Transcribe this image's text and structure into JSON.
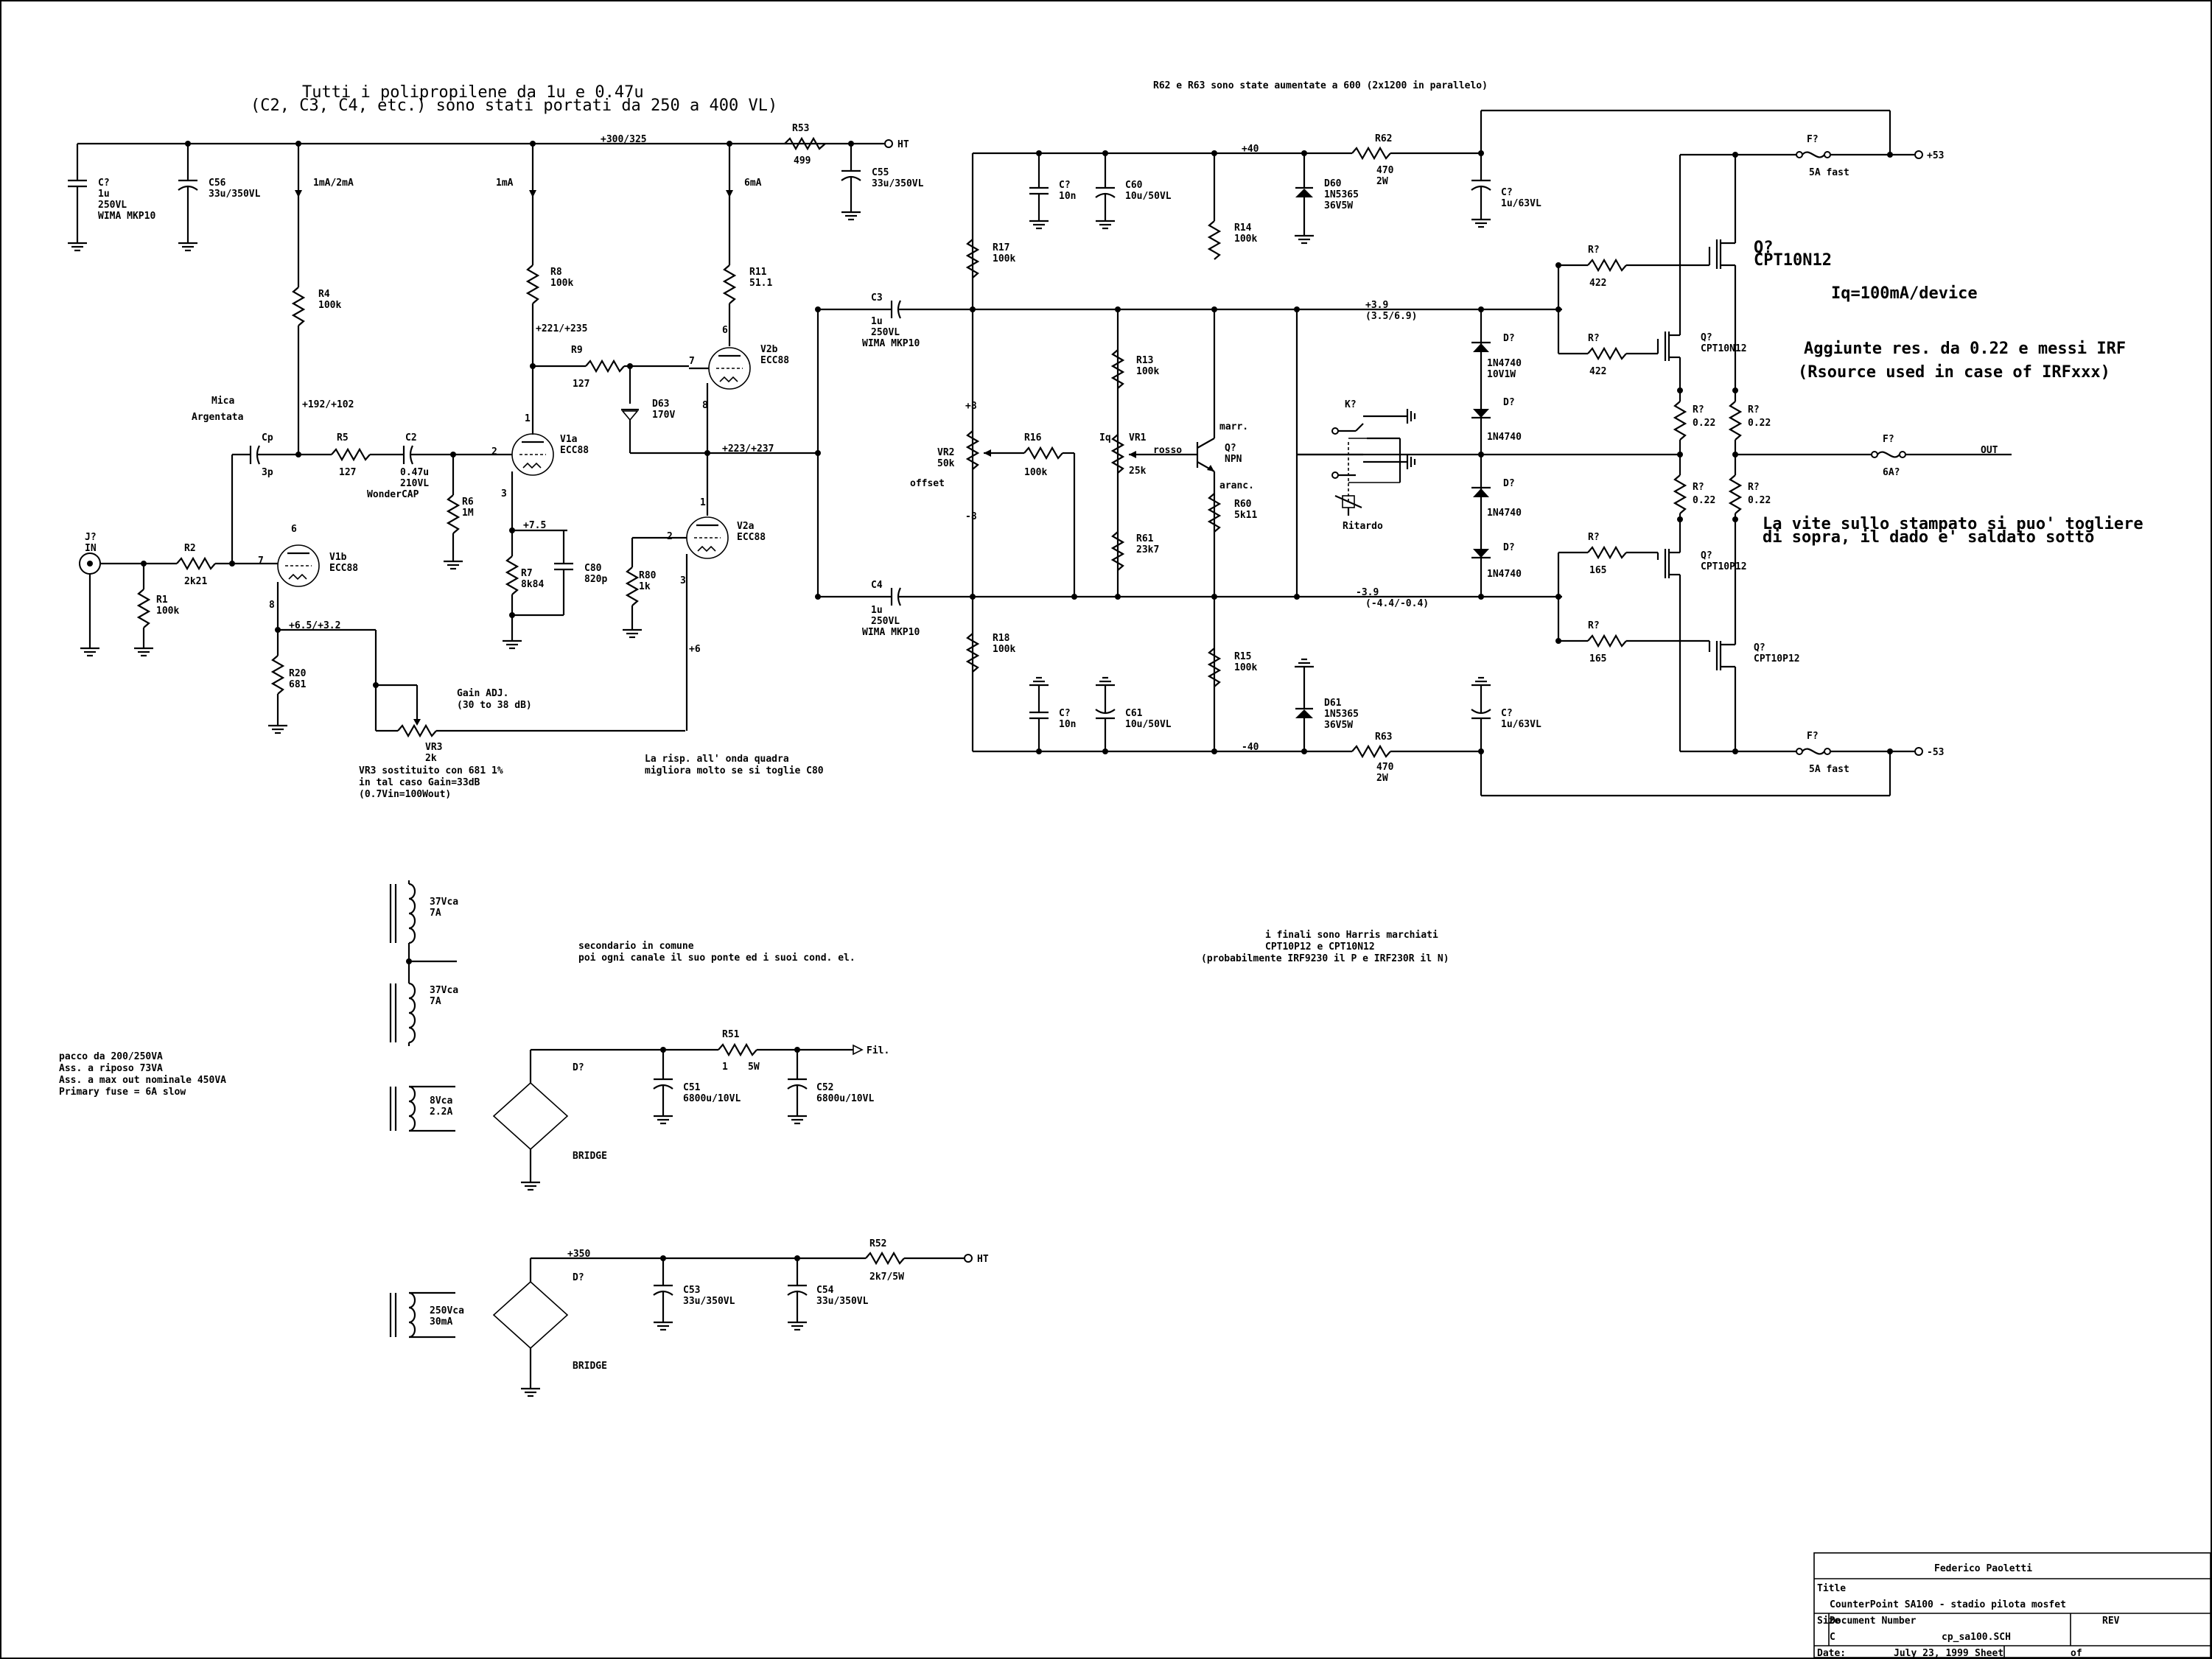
{
  "notes": {
    "polyprop_1": "Tutti i polipropilene da 1u e 0.47u",
    "polyprop_2": "(C2, C3, C4, etc.) sono stati portati da 250 a 400 VL)",
    "r62_r63": "R62 e R63 sono state aumentate a 600 (2x1200 in parallelo)",
    "iq": "Iq=100mA/device",
    "aggiunte_1": "Aggiunte res. da 0.22 e messi IRF",
    "aggiunte_2": "(Rsource used in case of IRFxxx)",
    "vite_1": "La vite sullo stampato si puo' togliere",
    "vite_2": "di sopra, il dado e' saldato sotto",
    "mica_1": "Mica",
    "mica_2": "Argentata",
    "risp_1": "La risp. all' onda quadra",
    "risp_2": "migliora molto se si toglie C80",
    "vr3_1": "VR3 sostituito con 681 1%",
    "vr3_2": "in tal caso Gain=33dB",
    "vr3_3": "(0.7Vin=100Wout)",
    "gain_1": "Gain ADJ.",
    "gain_2": "(30 to 38 dB)",
    "sec_1": "secondario in comune",
    "sec_2": "poi ogni canale il suo ponte ed i suoi cond. el.",
    "finali_1": "i finali sono Harris marchiati",
    "finali_2": "CPT10P12 e CPT10N12",
    "finali_3": "(probabilmente IRF9230 il P e IRF230R il N)",
    "pacco_1": "pacco da 200/250VA",
    "pacco_2": "Ass. a riposo 73VA",
    "pacco_3": "Ass. a max out nominale 450VA",
    "pacco_4": "Primary fuse = 6A slow",
    "ritardo": "Ritardo",
    "offset": "offset",
    "marr": "marr.",
    "aranc": "aranc.",
    "rosso": "rosso",
    "iq_short": "Iq"
  },
  "nets": {
    "hv_top": "+300/325",
    "ht": "HT",
    "ma1": "1mA/2mA",
    "ma2": "1mA",
    "ma3": "6mA",
    "v192": "+192/+102",
    "v221": "+221/+235",
    "v223": "+223/+237",
    "v75": "+7.5",
    "v65": "+6.5/+3.2",
    "v6": "+6",
    "v8p": "+8",
    "v8m": "-8",
    "p40": "+40",
    "m40": "-40",
    "p39": "+3.9",
    "p39b": "(3.5/6.9)",
    "m39": "-3.9",
    "m39b": "(-4.4/-0.4)",
    "p53": "+53",
    "m53": "-53",
    "out": "OUT",
    "fil": "Fil.",
    "ht2": "HT",
    "p350": "+350"
  },
  "parts": {
    "j_ref": "J?",
    "j_val": "IN",
    "r1": "R1",
    "r1v": "100k",
    "r2": "R2",
    "r2v": "2k21",
    "r4": "R4",
    "r4v": "100k",
    "r5": "R5",
    "r5v": "127",
    "r6": "R6",
    "r6v": "1M",
    "r7": "R7",
    "r7v": "8k84",
    "r8": "R8",
    "r8v": "100k",
    "r9": "R9",
    "r9v": "127",
    "r11": "R11",
    "r11v": "51.1",
    "r20": "R20",
    "r20v": "681",
    "r53": "R53",
    "r53v": "499",
    "r80": "R80",
    "r80v": "1k",
    "cp": "Cp",
    "cpv": "3p",
    "c2": "C2",
    "c2v1": "0.47u",
    "c2v2": "210VL",
    "c2v3": "WonderCAP",
    "c80": "C80",
    "c80v": "820p",
    "c56": "C56",
    "c56v": "33u/350VL",
    "c55": "C55",
    "c55v": "33u/350VL",
    "c7a": "C?",
    "c7av1": "1u",
    "c7av2": "250VL",
    "c7av3": "WIMA MKP10",
    "v1b": "V1b",
    "v1bv": "ECC88",
    "v1a": "V1a",
    "v1av": "ECC88",
    "v2b": "V2b",
    "v2bv": "ECC88",
    "v2a": "V2a",
    "v2av": "ECC88",
    "d63": "D63",
    "d63v": "170V",
    "vr3": "VR3",
    "vr3v": "2k",
    "pin6a": "6",
    "pin7a": "7",
    "pin8a": "8",
    "pin1a": "1",
    "pin2a": "2",
    "pin3a": "3",
    "pin6b": "6",
    "pin7b": "7",
    "pin8b": "8",
    "pin1b": "1",
    "pin2b": "2",
    "pin3b": "3",
    "c3": "C3",
    "c3v1": "1u",
    "c3v2": "250VL",
    "c3v3": "WIMA MKP10",
    "c4": "C4",
    "c4v1": "1u",
    "c4v2": "250VL",
    "c4v3": "WIMA MKP10",
    "r17": "R17",
    "r17v": "100k",
    "r18": "R18",
    "r18v": "100k",
    "vr2": "VR2",
    "vr2v": "50k",
    "r16": "R16",
    "r16v": "100k",
    "r13": "R13",
    "r13v": "100k",
    "vr1": "VR1",
    "vr1v": "25k",
    "r61": "R61",
    "r61v": "23k7",
    "q_npn": "Q?",
    "q_npnv": "NPN",
    "r14": "R14",
    "r14v": "100k",
    "r60": "R60",
    "r60v": "5k11",
    "r15": "R15",
    "r15v": "100k",
    "c7b": "C?",
    "c7bv": "10n",
    "c60": "C60",
    "c60v": "10u/50VL",
    "c7c": "C?",
    "c7cv": "10n",
    "c61": "C61",
    "c61v": "10u/50VL",
    "d60": "D60",
    "d60v1": "1N5365",
    "d60v2": "36V5W",
    "d61": "D61",
    "d61v1": "1N5365",
    "d61v2": "36V5W",
    "r62": "R62",
    "r62v1": "470",
    "r62v2": "2W",
    "r63": "R63",
    "r63v1": "470",
    "r63v2": "2W",
    "c7d": "C?",
    "c7dv": "1u/63VL",
    "c7e": "C?",
    "c7ev": "1u/63VL",
    "k": "K?",
    "dz1": "D?",
    "dz1v1": "1N4740",
    "dz1v2": "10V1W",
    "dz2": "D?",
    "dz2v": "1N4740",
    "dz3": "D?",
    "dz3v": "1N4740",
    "dz4": "D?",
    "dz4v": "1N4740",
    "rg1": "R?",
    "rg1v": "422",
    "rg2": "R?",
    "rg2v": "422",
    "rg3": "R?",
    "rg3v": "165",
    "rg4": "R?",
    "rg4v": "165",
    "q1": "Q?",
    "q1v": "CPT10N12",
    "q2": "Q?",
    "q2v": "CPT10N12",
    "q3": "Q?",
    "q3v": "CPT10P12",
    "q4": "Q?",
    "q4v": "CPT10P12",
    "rs1": "R?",
    "rs1v": "0.22",
    "rs2": "R?",
    "rs2v": "0.22",
    "rs3": "R?",
    "rs3v": "0.22",
    "rs4": "R?",
    "rs4v": "0.22",
    "f1": "F?",
    "f1v": "5A fast",
    "f2": "F?",
    "f2v": "5A fast",
    "f3": "F?",
    "f3v": "6A?",
    "t1a": "37Vca",
    "t1b": "7A",
    "t2a": "37Vca",
    "t2b": "7A",
    "t3a": "8Vca",
    "t3b": "2.2A",
    "t4a": "250Vca",
    "t4b": "30mA",
    "d_br1": "D?",
    "br1": "BRIDGE",
    "d_br2": "D?",
    "br2": "BRIDGE",
    "r51": "R51",
    "r51v1": "1",
    "r51v2": "5W",
    "r52": "R52",
    "r52v": "2k7/5W",
    "c51": "C51",
    "c51v": "6800u/10VL",
    "c52": "C52",
    "c52v": "6800u/10VL",
    "c53": "C53",
    "c53v": "33u/350VL",
    "c54": "C54",
    "c54v": "33u/350VL"
  },
  "title_block": {
    "author": "Federico Paoletti",
    "title_label": "Title",
    "title": "CounterPoint SA100 - stadio pilota mosfet",
    "size_label": "Size",
    "docnum_label": "Document Number",
    "rev_label": "REV",
    "size": "C",
    "docnum": "cp_sa100.SCH",
    "date_label": "Date:",
    "date": "July 23, 1999",
    "sheet_label": "Sheet",
    "of_label": "of"
  }
}
